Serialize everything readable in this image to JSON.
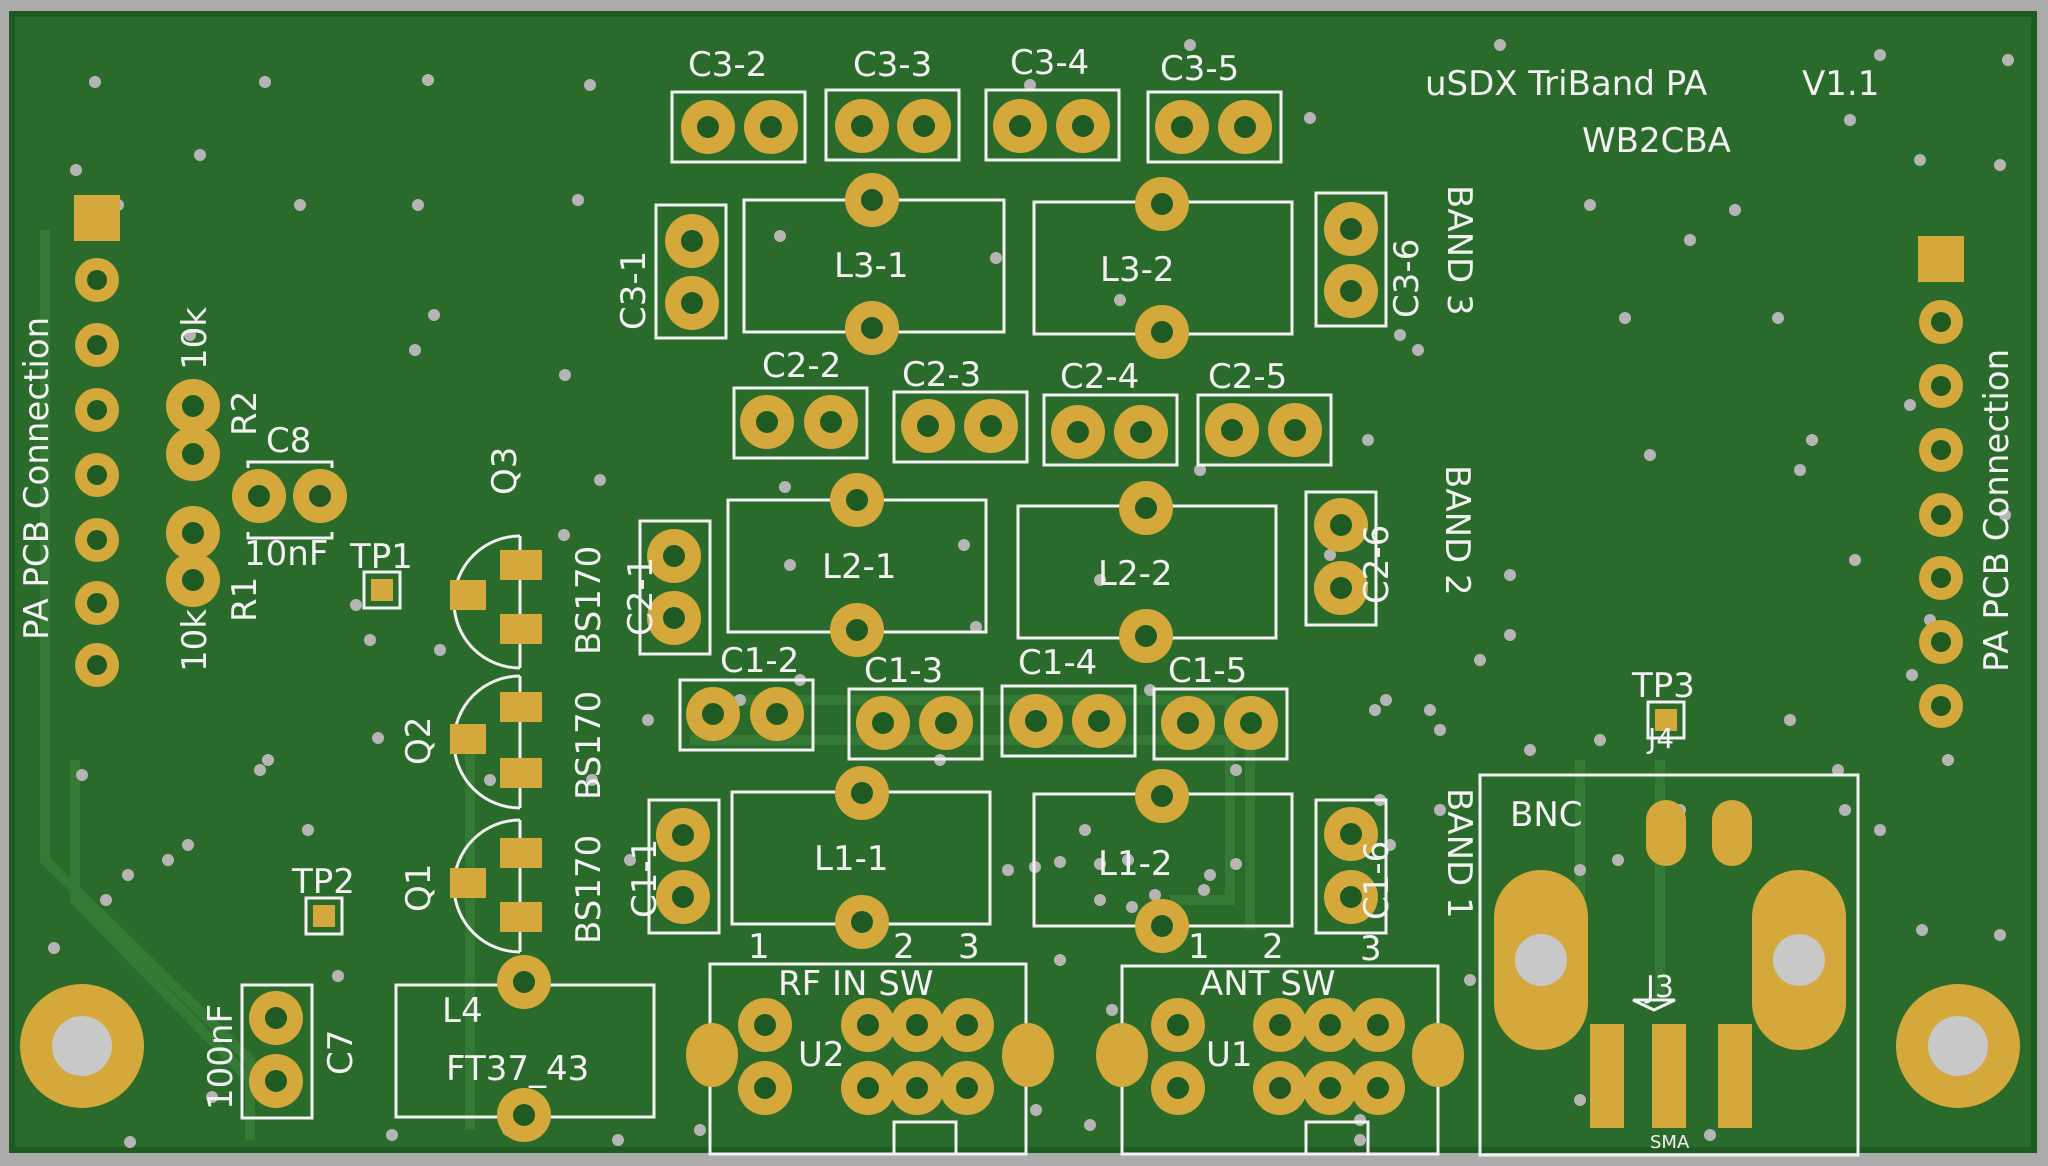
{
  "board": {
    "title": "uSDX TriBand PA",
    "version": "V1.1",
    "author": "WB2CBA",
    "connector_left": "PA PCB Connection",
    "connector_right": "PA PCB Connection",
    "colors": {
      "background": "#ababab",
      "board": "#2a6b2c",
      "board_edge": "#1f5a22",
      "pad": "#d4a83a",
      "silk": "#f2f2f2",
      "hole": "#c8c8c8"
    }
  },
  "capacitor_labels": [
    "C3-2",
    "C3-3",
    "C3-4",
    "C3-5",
    "C3-1",
    "C3-6",
    "C2-2",
    "C2-3",
    "C2-4",
    "C2-5",
    "C2-1",
    "C2-6",
    "C1-2",
    "C1-3",
    "C1-4",
    "C1-5",
    "C1-1",
    "C1-6"
  ],
  "inductor_labels": [
    "L3-1",
    "L3-2",
    "L2-1",
    "L2-2",
    "L1-1",
    "L1-2"
  ],
  "band_labels": [
    "BAND 3",
    "BAND 2",
    "BAND 1"
  ],
  "transistors": {
    "q3": "Q3",
    "q2": "Q2",
    "q1": "Q1",
    "part": "BS170"
  },
  "resistors": {
    "r2": "R2",
    "r1": "R1",
    "value": "10k"
  },
  "caps": {
    "c8": "C8",
    "c8_value": "10nF",
    "c7": "C7",
    "c7_value": "100nF"
  },
  "test_points": {
    "tp1": "TP1",
    "tp2": "TP2",
    "tp3": "TP3"
  },
  "l4": {
    "ref": "L4",
    "value": "FT37_43"
  },
  "switches": {
    "u2": {
      "ref": "U2",
      "title": "RF IN SW",
      "pins": [
        "1",
        "2",
        "3"
      ]
    },
    "u1": {
      "ref": "U1",
      "title": "ANT SW",
      "pins": [
        "1",
        "2",
        "3"
      ]
    }
  },
  "bnc": {
    "label": "BNC",
    "ref": "J4"
  },
  "j3": {
    "ref": "J3",
    "sub": "SMA"
  }
}
